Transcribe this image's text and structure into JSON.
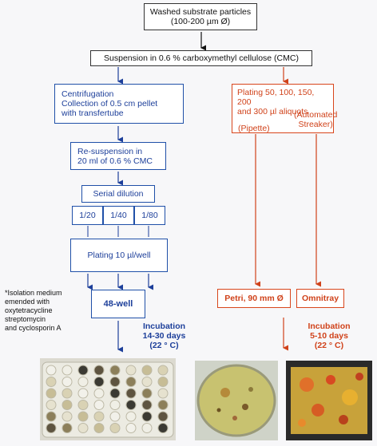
{
  "colors": {
    "left_branch": "#1d3f9a",
    "right_branch": "#d0421a",
    "top": "#111111"
  },
  "top": {
    "washed": [
      "Washed substrate particles",
      "(100-200 µm Ø)"
    ],
    "suspension": "Suspension in 0.6 % carboxymethyl cellulose (CMC)"
  },
  "left": {
    "centrifugation": [
      "Centrifugation",
      "Collection of 0.5 cm pellet",
      "with transfertube"
    ],
    "resuspension": [
      "Re-suspension in",
      "20 ml of 0.6 % CMC"
    ],
    "serial": "Serial dilution",
    "dilutions": [
      "1/20",
      "1/40",
      "1/80"
    ],
    "plating": "Plating 10 µl/well",
    "plate": "48-well",
    "incubation": [
      "Incubation",
      "14-30 days",
      "(22 ° C)"
    ],
    "note": [
      "*Isolation medium",
      "emended with",
      "oxytetracycline",
      "streptomycin",
      "and cyclosporin A"
    ]
  },
  "right": {
    "plating": [
      "Plating 50, 100, 150, 200",
      "and 300 µl aliquots"
    ],
    "pipette": "(Pipette)",
    "streaker": [
      "(Automated",
      "Streaker)"
    ],
    "petri": "Petri, 90 mm Ø",
    "omnitray": "Omnitray",
    "incubation": [
      "Incubation",
      "5-10 days",
      "(22 ° C)"
    ]
  }
}
